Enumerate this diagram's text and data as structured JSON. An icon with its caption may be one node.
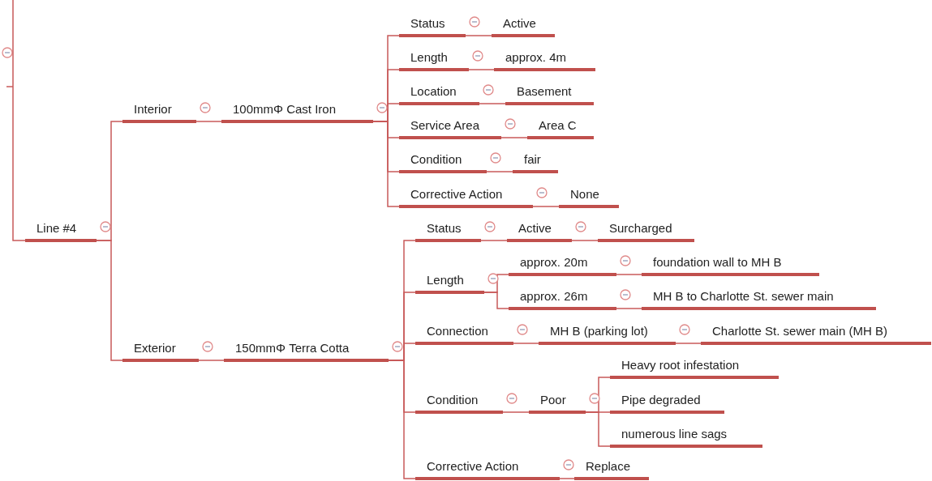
{
  "diagram": {
    "nodes": [
      {
        "text": [
          "Line #4"
        ]
      },
      {
        "text": [
          "Interior"
        ]
      },
      {
        "text": [
          "100mmΦ  Cast Iron"
        ]
      },
      {
        "text": [
          "Status"
        ]
      },
      {
        "text": [
          "Active"
        ]
      },
      {
        "text": [
          "Length"
        ]
      },
      {
        "text": [
          "approx. 4m"
        ]
      },
      {
        "text": [
          "Location"
        ]
      },
      {
        "text": [
          "Basement"
        ]
      },
      {
        "text": [
          "Service Area"
        ]
      },
      {
        "text": [
          "Area C"
        ]
      },
      {
        "text": [
          "Condition"
        ]
      },
      {
        "text": [
          "fair"
        ]
      },
      {
        "text": [
          "Corrective Action"
        ]
      },
      {
        "text": [
          "None"
        ]
      },
      {
        "text": [
          "Exterior"
        ]
      },
      {
        "text": [
          "150mmΦ  Terra Cotta"
        ]
      },
      {
        "text": [
          "Status"
        ]
      },
      {
        "text": [
          "Active"
        ]
      },
      {
        "text": [
          "Surcharged"
        ]
      },
      {
        "text": [
          "Length"
        ]
      },
      {
        "text": [
          "approx. 20m"
        ]
      },
      {
        "text": [
          "foundation wall to MH B"
        ]
      },
      {
        "text": [
          "approx. 26m"
        ]
      },
      {
        "text": [
          "MH B to Charlotte St. sewer main"
        ]
      },
      {
        "text": [
          "Connection"
        ]
      },
      {
        "text": [
          "MH B (parking lot)"
        ]
      },
      {
        "text": [
          "Charlotte St. sewer main (MH B)"
        ]
      },
      {
        "text": [
          "Condition"
        ]
      },
      {
        "text": [
          "Poor"
        ]
      },
      {
        "text": [
          "Heavy root infestation"
        ]
      },
      {
        "text": [
          "Pipe degraded"
        ]
      },
      {
        "text": [
          "numerous line sags"
        ]
      },
      {
        "text": [
          "Corrective Action"
        ]
      },
      {
        "text": [
          "Replace"
        ]
      }
    ],
    "edges": [
      {
        "from": null,
        "to": 0,
        "arrow": "none"
      },
      {
        "from": 0,
        "to": 1,
        "arrow": "none"
      },
      {
        "from": 1,
        "to": 2,
        "arrow": "none"
      },
      {
        "from": 2,
        "to": 3,
        "arrow": "none"
      },
      {
        "from": 3,
        "to": 4,
        "arrow": "none"
      },
      {
        "from": 2,
        "to": 5,
        "arrow": "none"
      },
      {
        "from": 5,
        "to": 6,
        "arrow": "none"
      },
      {
        "from": 2,
        "to": 7,
        "arrow": "none"
      },
      {
        "from": 7,
        "to": 8,
        "arrow": "none"
      },
      {
        "from": 2,
        "to": 9,
        "arrow": "none"
      },
      {
        "from": 9,
        "to": 10,
        "arrow": "none"
      },
      {
        "from": 2,
        "to": 11,
        "arrow": "none"
      },
      {
        "from": 11,
        "to": 12,
        "arrow": "none"
      },
      {
        "from": 2,
        "to": 13,
        "arrow": "none"
      },
      {
        "from": 13,
        "to": 14,
        "arrow": "none"
      },
      {
        "from": 0,
        "to": 15,
        "arrow": "none"
      },
      {
        "from": 15,
        "to": 16,
        "arrow": "none"
      },
      {
        "from": 16,
        "to": 17,
        "arrow": "none"
      },
      {
        "from": 17,
        "to": 18,
        "arrow": "none"
      },
      {
        "from": 18,
        "to": 19,
        "arrow": "none"
      },
      {
        "from": 16,
        "to": 20,
        "arrow": "none"
      },
      {
        "from": 20,
        "to": 21,
        "arrow": "none"
      },
      {
        "from": 21,
        "to": 22,
        "arrow": "none"
      },
      {
        "from": 20,
        "to": 23,
        "arrow": "none"
      },
      {
        "from": 23,
        "to": 24,
        "arrow": "none"
      },
      {
        "from": 16,
        "to": 25,
        "arrow": "none"
      },
      {
        "from": 25,
        "to": 26,
        "arrow": "none"
      },
      {
        "from": 26,
        "to": 27,
        "arrow": "none"
      },
      {
        "from": 16,
        "to": 28,
        "arrow": "none"
      },
      {
        "from": 28,
        "to": 29,
        "arrow": "none"
      },
      {
        "from": 29,
        "to": 30,
        "arrow": "none"
      },
      {
        "from": 29,
        "to": 31,
        "arrow": "none"
      },
      {
        "from": 29,
        "to": 32,
        "arrow": "none"
      },
      {
        "from": 16,
        "to": 33,
        "arrow": "none"
      },
      {
        "from": 33,
        "to": 34,
        "arrow": "none"
      }
    ]
  }
}
